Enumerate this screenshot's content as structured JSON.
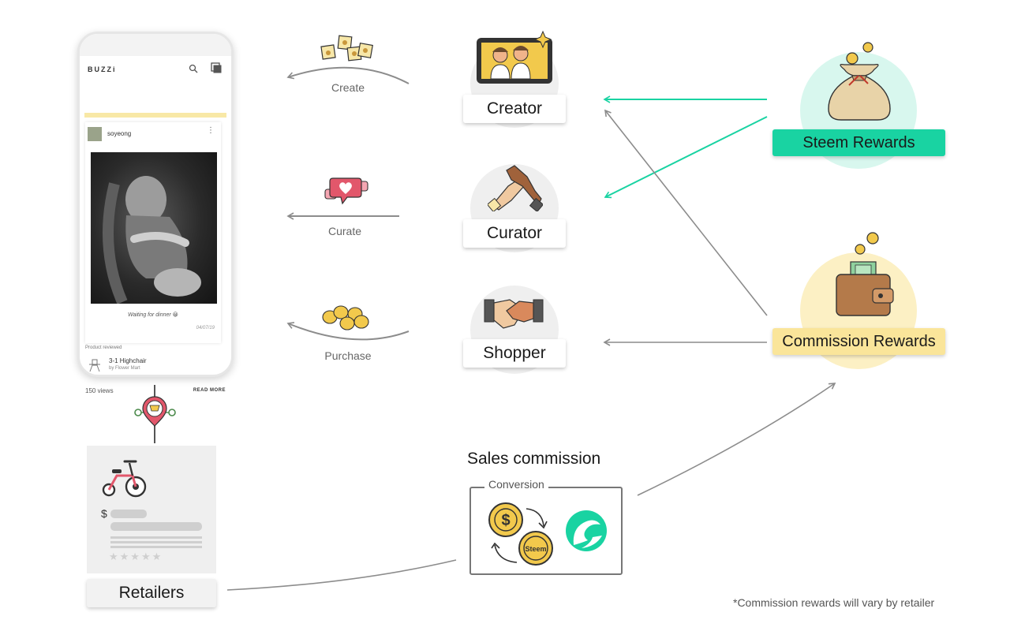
{
  "app": {
    "name": "BUZZi",
    "post": {
      "username": "soyeong",
      "caption": "Waiting for dinner 😀",
      "date": "04/07/19",
      "product_section_label": "Product reviewed",
      "product_name": "3-1 Highchair",
      "product_retailer": "by Flower Mart",
      "views": "150 views",
      "read_more": "READ MORE"
    }
  },
  "actions": {
    "create": "Create",
    "curate": "Curate",
    "purchase": "Purchase"
  },
  "roles": {
    "creator": "Creator",
    "curator": "Curator",
    "shopper": "Shopper"
  },
  "rewards": {
    "steem": "Steem Rewards",
    "commission": "Commission Rewards"
  },
  "retailers": {
    "label": "Retailers",
    "price_symbol": "$"
  },
  "sales": {
    "title": "Sales commission",
    "conversion_label": "Conversion",
    "dollar_symbol": "$",
    "coin_label": "Steem"
  },
  "footnote": "*Commission rewards will vary by retailer",
  "colors": {
    "teal": "#19d3a2",
    "teal_light": "#d8f7ee",
    "yellow": "#fae59a",
    "yellow_light": "#fcf0c4",
    "gray_arrow": "#999999",
    "coin": "#f2c94c"
  }
}
